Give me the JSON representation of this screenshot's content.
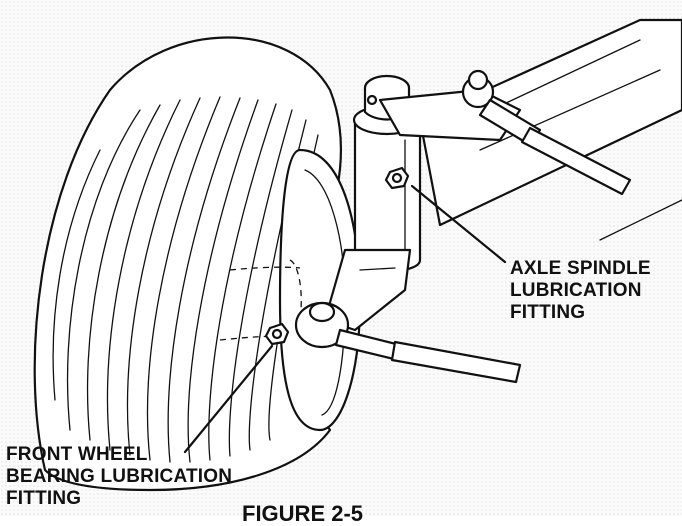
{
  "labels": {
    "axle_spindle": [
      "AXLE SPINDLE",
      "LUBRICATION",
      "FITTING"
    ],
    "front_wheel_bearing": [
      "FRONT WHEEL",
      "BEARING LUBRICATION",
      "FITTING"
    ]
  },
  "caption": "FIGURE 2-5"
}
